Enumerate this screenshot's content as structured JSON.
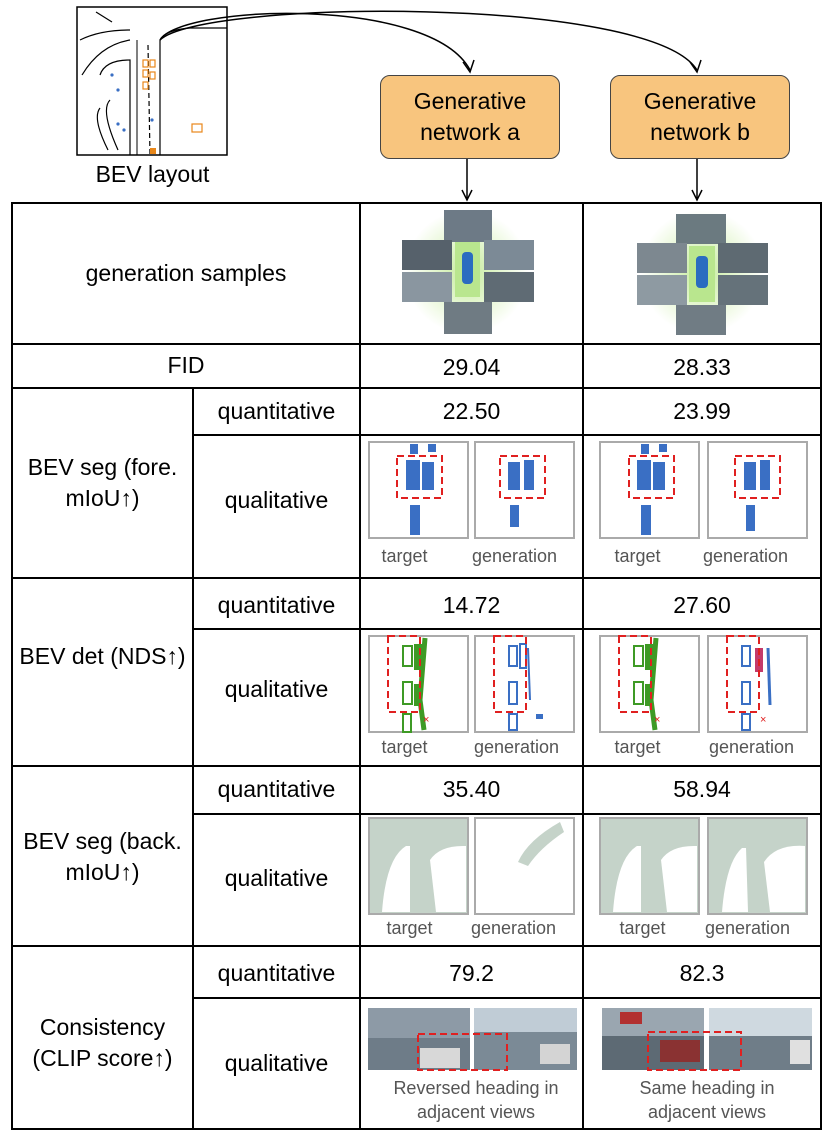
{
  "bev_layout_label": "BEV layout",
  "networks": {
    "a": "Generative network a",
    "b": "Generative network b"
  },
  "rows": {
    "samples": "generation samples",
    "fid": "FID",
    "bev_seg_fore": "BEV seg (fore. mIoU↑)",
    "bev_det": "BEV det (NDS↑)",
    "bev_seg_back": "BEV seg (back. mIoU↑)",
    "consistency": "Consistency (CLIP score↑)"
  },
  "sub": {
    "quantitative": "quantitative",
    "qualitative": "qualitative"
  },
  "values": {
    "fid": [
      "29.04",
      "28.33"
    ],
    "fore_seg": [
      "22.50",
      "23.99"
    ],
    "det": [
      "14.72",
      "27.60"
    ],
    "back_seg": [
      "35.40",
      "58.94"
    ],
    "clip": [
      "79.2",
      "82.3"
    ]
  },
  "captions": {
    "target": "target",
    "generation": "generation",
    "reversed": "Reversed heading in adjacent views",
    "same": "Same heading in adjacent views"
  },
  "colors": {
    "box": "#f8c57e",
    "seg_blue": "#3a6fc4",
    "det_green": "#3e9a25",
    "dash_red": "#e02020",
    "back_gray": "#c5d3c9"
  }
}
